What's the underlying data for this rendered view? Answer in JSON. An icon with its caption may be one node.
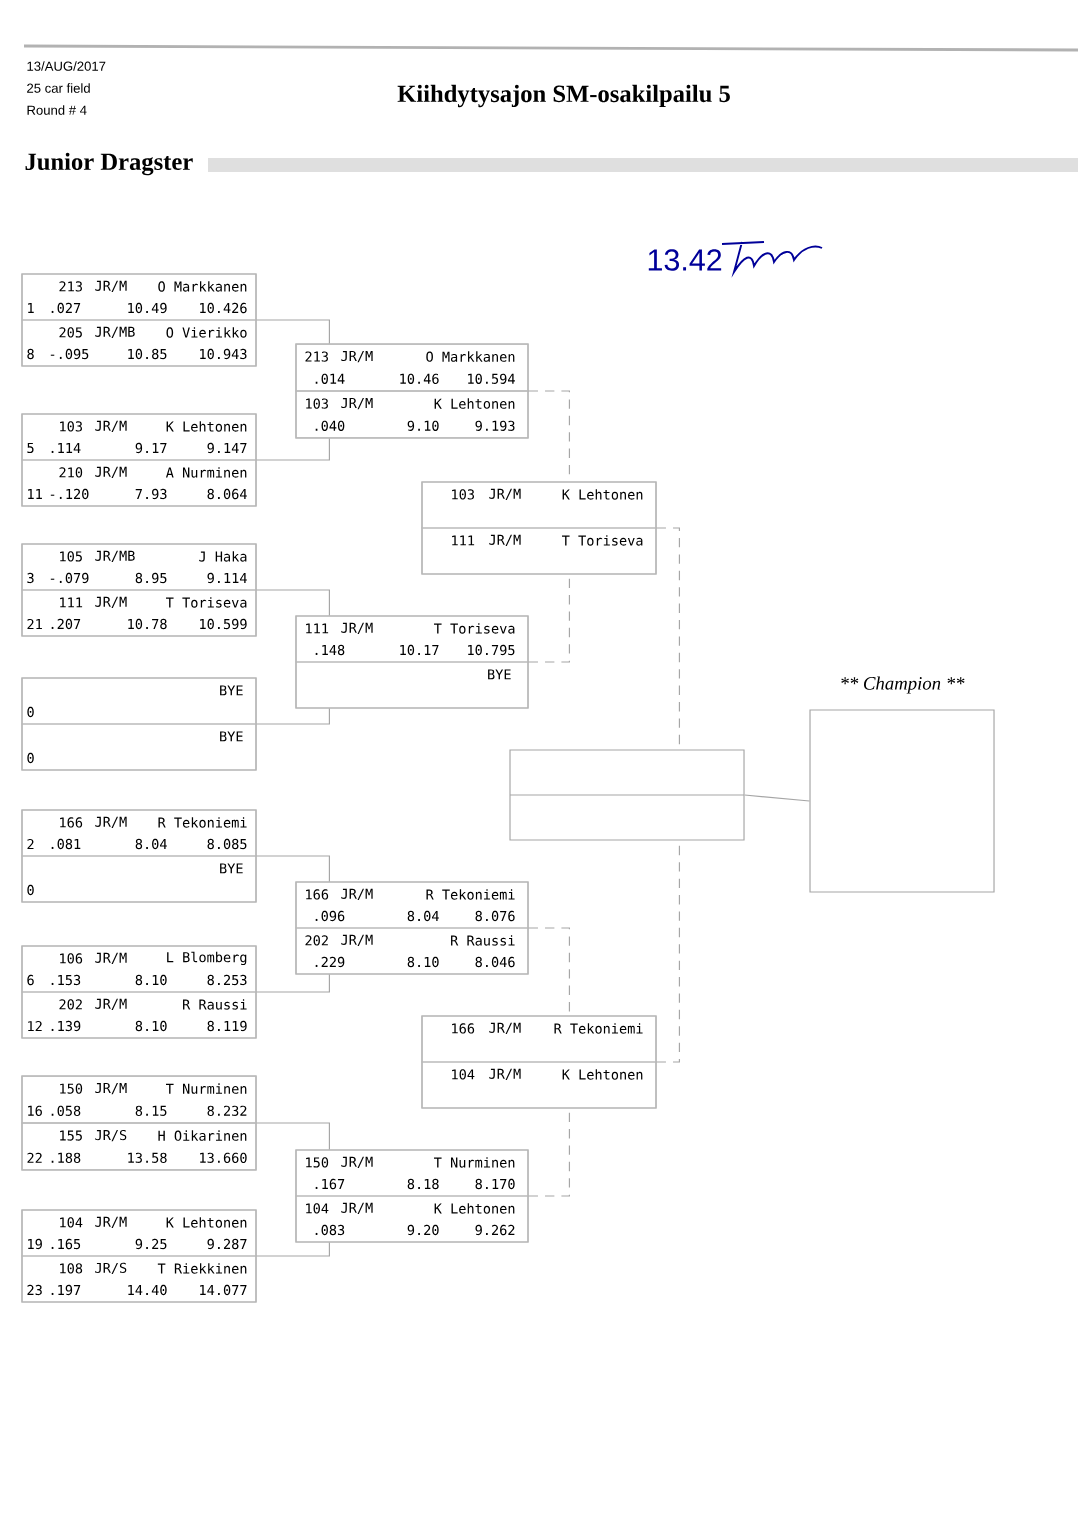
{
  "diagram": {
    "title": "Kiihdytysajon SM-osakilpailu 5",
    "nodes": [
      {
        "text": [],
        "shape": "box"
      },
      {
        "text": [
          "213",
          "JR/M",
          "O Markkanen",
          "1",
          ".027",
          "10.49",
          "10.426"
        ],
        "in": 0
      },
      {
        "text": [
          "205",
          "JR/MB",
          "O Vierikko",
          "8",
          "-.095",
          "10.85",
          "10.943"
        ],
        "in": 0
      },
      {
        "text": [],
        "shape": "box"
      },
      {
        "text": [
          "103",
          "JR/M",
          "K Lehtonen",
          "5",
          ".114",
          "9.17",
          "9.147"
        ],
        "in": 3
      },
      {
        "text": [
          "210",
          "JR/M",
          "A Nurminen",
          "11",
          "-.120",
          "7.93",
          "8.064"
        ],
        "in": 3
      },
      {
        "text": [],
        "shape": "box"
      },
      {
        "text": [
          "105",
          "JR/MB",
          "J Haka",
          "3",
          "-.079",
          "8.95",
          "9.114"
        ],
        "in": 6
      },
      {
        "text": [
          "111",
          "JR/M",
          "T Toriseva",
          "21",
          ".207",
          "10.78",
          "10.599"
        ],
        "in": 6
      },
      {
        "text": [],
        "shape": "box"
      },
      {
        "text": [
          "BYE",
          "0"
        ],
        "in": 9
      },
      {
        "text": [
          "BYE",
          "0"
        ],
        "in": 9
      },
      {
        "text": [],
        "shape": "box"
      },
      {
        "text": [
          "166",
          "JR/M",
          "R Tekoniemi",
          "2",
          ".081",
          "8.04",
          "8.085"
        ],
        "in": 12
      },
      {
        "text": [
          "BYE",
          "0"
        ],
        "in": 12
      },
      {
        "text": [],
        "shape": "box"
      },
      {
        "text": [
          "106",
          "JR/M",
          "L Blomberg",
          "6",
          ".153",
          "8.10",
          "8.253"
        ],
        "in": 15
      },
      {
        "text": [
          "202",
          "JR/M",
          "R Raussi",
          "12",
          ".139",
          "8.10",
          "8.119"
        ],
        "in": 15
      },
      {
        "text": [],
        "shape": "box"
      },
      {
        "text": [
          "150",
          "JR/M",
          "T Nurminen",
          "16",
          ".058",
          "8.15",
          "8.232"
        ],
        "in": 18
      },
      {
        "text": [
          "155",
          "JR/S",
          "H Oikarinen",
          "22",
          ".188",
          "13.58",
          "13.660"
        ],
        "in": 18
      },
      {
        "text": [],
        "shape": "box"
      },
      {
        "text": [
          "104",
          "JR/M",
          "K Lehtonen",
          "19",
          ".165",
          "9.25",
          "9.287"
        ],
        "in": 21
      },
      {
        "text": [
          "108",
          "JR/S",
          "T Riekkinen",
          "23",
          ".197",
          "14.40",
          "14.077"
        ],
        "in": 21
      },
      {
        "text": [],
        "shape": "box"
      },
      {
        "text": [
          "213",
          "JR/M",
          "O Markkanen",
          ".014",
          "10.46",
          "10.594"
        ],
        "in": 24
      },
      {
        "text": [
          "103",
          "JR/M",
          "K Lehtonen",
          ".040",
          "9.10",
          "9.193"
        ],
        "in": 24
      },
      {
        "text": [],
        "shape": "box"
      },
      {
        "text": [
          "111",
          "JR/M",
          "T Toriseva",
          ".148",
          "10.17",
          "10.795"
        ],
        "in": 27
      },
      {
        "text": [
          "BYE"
        ],
        "in": 27
      },
      {
        "text": [],
        "shape": "box"
      },
      {
        "text": [
          "166",
          "JR/M",
          "R Tekoniemi",
          ".096",
          "8.04",
          "8.076"
        ],
        "in": 30
      },
      {
        "text": [
          "202",
          "JR/M",
          "R Raussi",
          ".229",
          "8.10",
          "8.046"
        ],
        "in": 30
      },
      {
        "text": [],
        "shape": "box"
      },
      {
        "text": [
          "150",
          "JR/M",
          "T Nurminen",
          ".167",
          "8.18",
          "8.170"
        ],
        "in": 33
      },
      {
        "text": [
          "104",
          "JR/M",
          "K Lehtonen",
          ".083",
          "9.20",
          "9.262"
        ],
        "in": 33
      },
      {
        "text": [],
        "shape": "box"
      },
      {
        "text": [
          "103",
          "JR/M",
          "K Lehtonen"
        ],
        "in": 36
      },
      {
        "text": [
          "111",
          "JR/M",
          "T Toriseva"
        ],
        "in": 36
      },
      {
        "text": [],
        "shape": "box"
      },
      {
        "text": [
          "166",
          "JR/M",
          "R Tekoniemi"
        ],
        "in": 39
      },
      {
        "text": [
          "104",
          "JR/M",
          "K Lehtonen"
        ],
        "in": 39
      },
      {
        "text": [],
        "shape": "box"
      },
      {
        "text": [
          "** Champion **"
        ]
      }
    ],
    "edges": [
      {
        "from": 0,
        "to": 24,
        "arrow": "none"
      },
      {
        "from": 3,
        "to": 24,
        "arrow": "none"
      },
      {
        "from": 6,
        "to": 27,
        "arrow": "none"
      },
      {
        "from": 9,
        "to": 27,
        "arrow": "none"
      },
      {
        "from": 12,
        "to": 30,
        "arrow": "none"
      },
      {
        "from": 15,
        "to": 30,
        "arrow": "none"
      },
      {
        "from": 18,
        "to": 33,
        "arrow": "none"
      },
      {
        "from": 21,
        "to": 33,
        "arrow": "none"
      },
      {
        "from": 24,
        "to": 36,
        "arrow": "none",
        "style": "dashed"
      },
      {
        "from": 27,
        "to": 36,
        "arrow": "none",
        "style": "dashed"
      },
      {
        "from": 30,
        "to": 39,
        "arrow": "none",
        "style": "dashed"
      },
      {
        "from": 33,
        "to": 39,
        "arrow": "none",
        "style": "dashed"
      },
      {
        "from": 36,
        "to": 42,
        "arrow": "none",
        "style": "dashed"
      },
      {
        "from": 39,
        "to": 42,
        "arrow": "none",
        "style": "dashed"
      },
      {
        "from": 42,
        "to": 43,
        "arrow": "none"
      }
    ],
    "labels": [
      "13/AUG/2017",
      "25 car field",
      "Round # 4",
      "Junior Dragster",
      "13.42"
    ]
  }
}
